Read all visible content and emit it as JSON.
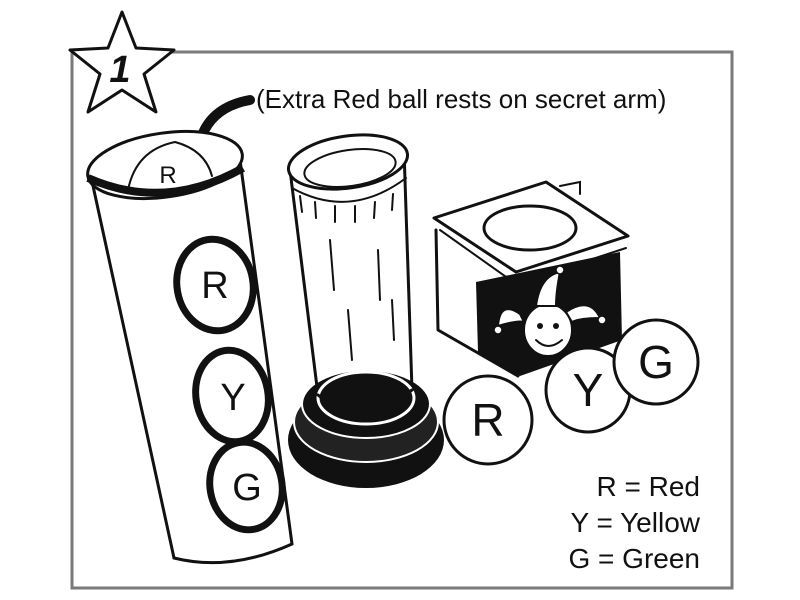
{
  "step": {
    "number": "1"
  },
  "annotation": {
    "text": "(Extra Red ball rests on secret arm)"
  },
  "tube": {
    "top_ball_letter": "R",
    "balls": [
      "R",
      "Y",
      "G"
    ]
  },
  "loose_balls": [
    "R",
    "Y",
    "G"
  ],
  "legend": {
    "items": [
      "R = Red",
      "Y = Yellow",
      "G = Green"
    ]
  }
}
